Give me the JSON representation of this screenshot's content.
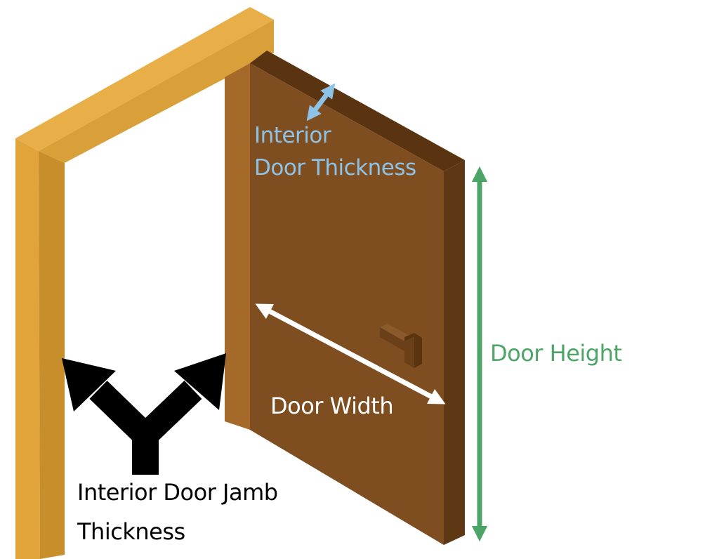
{
  "labels": {
    "door_thickness": [
      "Interior",
      "Door Thickness"
    ],
    "door_height": "Door Height",
    "door_width": "Door Width",
    "jamb_thickness": [
      "Interior Door Jamb",
      "Thickness"
    ]
  },
  "colors": {
    "frame_front": "#E0A43A",
    "frame_side": "#C98E2C",
    "door_front": "#7E4E20",
    "door_edge": "#5E3714",
    "door_top": "#5A3310",
    "door_hinge_edge": "#A56A2A",
    "handle": "#6B3F18",
    "thickness_arrow": "#8EC3E8",
    "height_arrow": "#4CA466",
    "width_arrow": "#FFFFFF",
    "jamb_arrow": "#000000",
    "thickness_text": "#8EC3E8",
    "height_text": "#4CA466",
    "width_text": "#FFFFFF",
    "jamb_text": "#000000"
  }
}
